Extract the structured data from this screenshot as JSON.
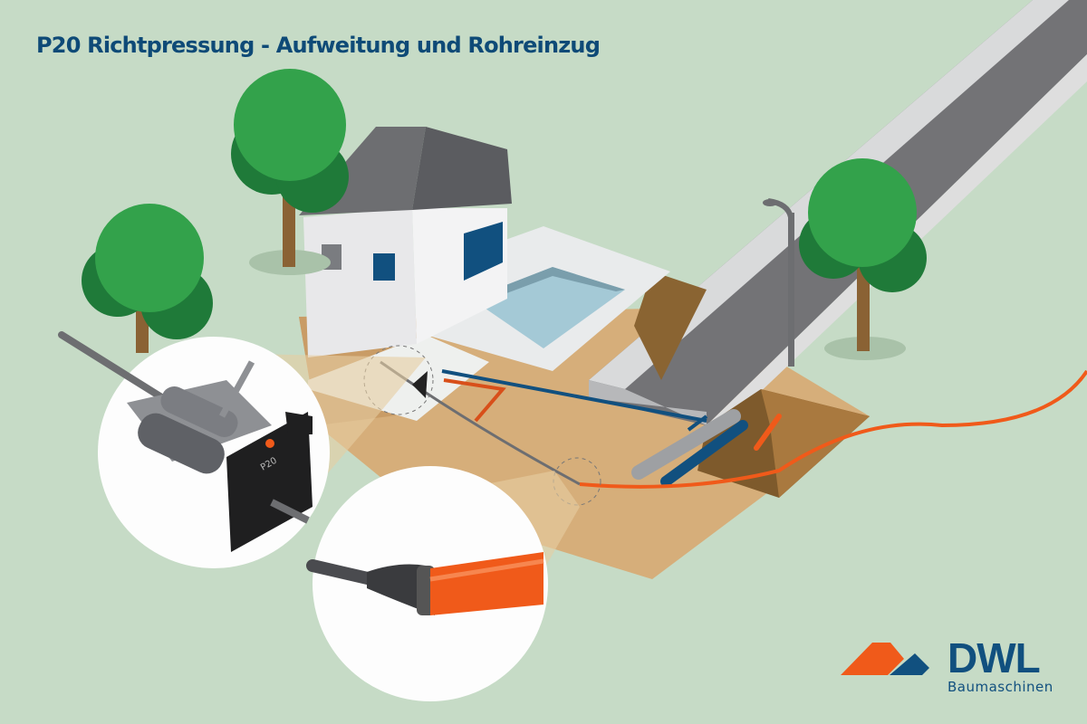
{
  "title": "P20 Richtpressung - Aufweitung und Rohreinzug",
  "logo": {
    "word": "DWL",
    "sub": "Baumaschinen"
  },
  "machine_label": "P20",
  "colors": {
    "background": "#c6dbc6",
    "title": "#0e4a77",
    "orange": "#f05a1a",
    "blue": "#11507f",
    "soil": "#d4ab77",
    "tree": "#2f9a45"
  }
}
